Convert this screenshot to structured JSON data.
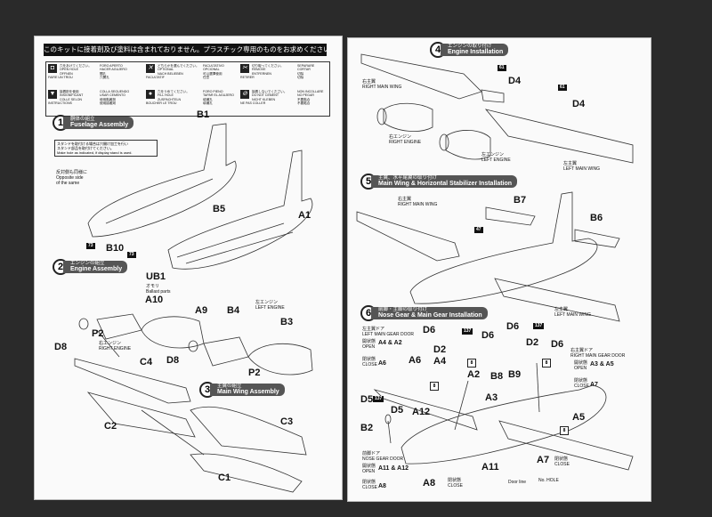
{
  "left_page": {
    "banner": "このキットに接着剤及び塗料は含まれておりません。プラスチック専用のものをお求めください。",
    "legend": [
      {
        "icon": "open-hole-icon",
        "glyph": "◘",
        "lines": [
          "穴をあけてください。",
          "OPEN HOLE",
          "ÖFFNEN",
          "FAIRE UN TROU"
        ]
      },
      {
        "icon": "open-hole-icon",
        "glyph": "",
        "lines": [
          "FORO APERTO",
          "HACER AGUJERO",
          "開孔",
          "穴開孔"
        ]
      },
      {
        "icon": "optional-icon",
        "glyph": "✕",
        "lines": [
          "どちらかを選んでください。",
          "OPTIONAL",
          "NACH BELIEBEN",
          "FACULTATIF"
        ]
      },
      {
        "icon": "optional-icon",
        "glyph": "",
        "lines": [
          "FACULTATIVO",
          "OPCIONAL",
          "可以選擇使用",
          "任意"
        ]
      },
      {
        "icon": "remove-icon",
        "glyph": "✂",
        "lines": [
          "切り取ってください。",
          "REMOVE",
          "ENTFERNEN",
          "RETIRER"
        ]
      },
      {
        "icon": "remove-icon",
        "glyph": "",
        "lines": [
          "SEPARARE",
          "CORTAR",
          "切除",
          "切除"
        ]
      },
      {
        "icon": "cement-icon",
        "glyph": "▼",
        "lines": [
          "接着剤を使用",
          "INSIGNIFICANT",
          "COLLE SELON",
          "INSTRUCTIONS"
        ]
      },
      {
        "icon": "cement-icon",
        "glyph": "",
        "lines": [
          "COLLA SEGUENDO",
          "USAR CEMENTO",
          "使用黏著劑",
          "使用接著劑"
        ]
      },
      {
        "icon": "fill-hole-icon",
        "glyph": "●",
        "lines": [
          "穴をうめてください。",
          "FILL HOLE",
          "ZUSPACHTELN",
          "BOUCHER LE TROU"
        ]
      },
      {
        "icon": "fill-hole-icon",
        "glyph": "",
        "lines": [
          "FORO PIENO",
          "TAPAR EL AGUJERO",
          "填補孔",
          "填補孔"
        ]
      },
      {
        "icon": "no-glue-icon",
        "glyph": "⊘",
        "lines": [
          "接着しないでください。",
          "DO NOT CEMENT",
          "NICHT KLEBEN",
          "NE PAS COLLER"
        ]
      },
      {
        "icon": "no-glue-icon",
        "glyph": "",
        "lines": [
          "NON INCOLLARE",
          "NO PEGAR",
          "不要黏合",
          "不要黏合"
        ]
      }
    ],
    "step1": {
      "num": "1",
      "jp": "胴体の組立",
      "en": "Fuselage Assembly"
    },
    "step1_note": [
      "スタンドを取付ける場合は穴開け加工を行い",
      "スタンド部品を取付けてください。",
      "Make hole as indicated, if display stand is used."
    ],
    "opposite_side": [
      "反対側も同様に",
      "Opposite side",
      "of the same"
    ],
    "step2": {
      "num": "2",
      "jp": "エンジンの組立",
      "en": "Engine Assembly"
    },
    "ballast": {
      "part": "UB1",
      "jp": "オモリ",
      "en": "Ballast parts"
    },
    "step3": {
      "num": "3",
      "jp": "主翼の組立",
      "en": "Main Wing Assembly"
    },
    "parts": {
      "b1": "B1",
      "a1": "A1",
      "b5": "B5",
      "b10": "B10",
      "a10": "A10",
      "a9": "A9",
      "b4": "B4",
      "b3": "B3",
      "p2a": "P2",
      "p2b": "P2",
      "d8a": "D8",
      "d8b": "D8",
      "c4": "C4",
      "c2": "C2",
      "c3": "C3",
      "c1": "C1"
    },
    "tags": {
      "t73a": "73",
      "t73b": "73"
    },
    "right_engine": {
      "jp": "右エンジン",
      "en": "RIGHT ENGINE"
    },
    "left_engine": {
      "jp": "左エンジン",
      "en": "LEFT ENGINE"
    }
  },
  "right_page": {
    "step4": {
      "num": "4",
      "jp": "エンジンの取り付け",
      "en": "Engine Installation"
    },
    "step5": {
      "num": "5",
      "jp": "主翼、水平尾翼の取り付け",
      "en": "Main Wing & Horizontal Stabilizer Installation"
    },
    "step6": {
      "num": "6",
      "jp": "前脚・主脚の取り付け",
      "en": "Nose Gear & Main Gear Installation"
    },
    "right_main_wing": {
      "jp": "右主翼",
      "en": "RIGHT MAIN WING"
    },
    "left_main_wing": {
      "jp": "左主翼",
      "en": "LEFT MAIN WING"
    },
    "right_engine": {
      "jp": "右エンジン",
      "en": "RIGHT ENGINE"
    },
    "left_engine": {
      "jp": "左エンジン",
      "en": "LEFT ENGINE"
    },
    "left_gear_door": {
      "jp": "左主翼ドア",
      "en": "LEFT MAIN GEAR DOOR"
    },
    "right_gear_door": {
      "jp": "右主翼ドア",
      "en": "RIGHT MAIN GEAR DOOR"
    },
    "nose_gear_door": {
      "jp": "前脚ドア",
      "en": "NOSE GEAR DOOR"
    },
    "open_jp": "開状態",
    "open_en": "OPEN",
    "close_jp": "閉状態",
    "close_en": "CLOSE",
    "door_line": "Door line",
    "no_hole": "No. HOLE",
    "parts": {
      "d4a": "D4",
      "d4b": "D4",
      "b7": "B7",
      "b6": "B6",
      "d6a": "D6",
      "d6b": "D6",
      "d6c": "D6",
      "d6d": "D6",
      "d2a": "D2",
      "d2b": "D2",
      "a4": "A4",
      "a6": "A6",
      "a2": "A2",
      "a3": "A3",
      "b8": "B8",
      "b9": "B9",
      "d5a": "D5",
      "d5b": "D5",
      "a12": "A12",
      "b2": "B2",
      "a5": "A5",
      "a11": "A11",
      "a7": "A7",
      "a8": "A8",
      "a4a2": "A4 & A2",
      "a3a5": "A3 & A5",
      "a6s": "A6",
      "a7s": "A7",
      "a11a12": "A11 & A12",
      "a8s": "A8"
    },
    "tags": {
      "t61a": "61",
      "t61b": "61",
      "t47": "47",
      "t137a": "137",
      "t137b": "137",
      "t137c": "137",
      "t8a": "8",
      "t8b": "8",
      "t8c": "8",
      "t8d": "8"
    }
  }
}
